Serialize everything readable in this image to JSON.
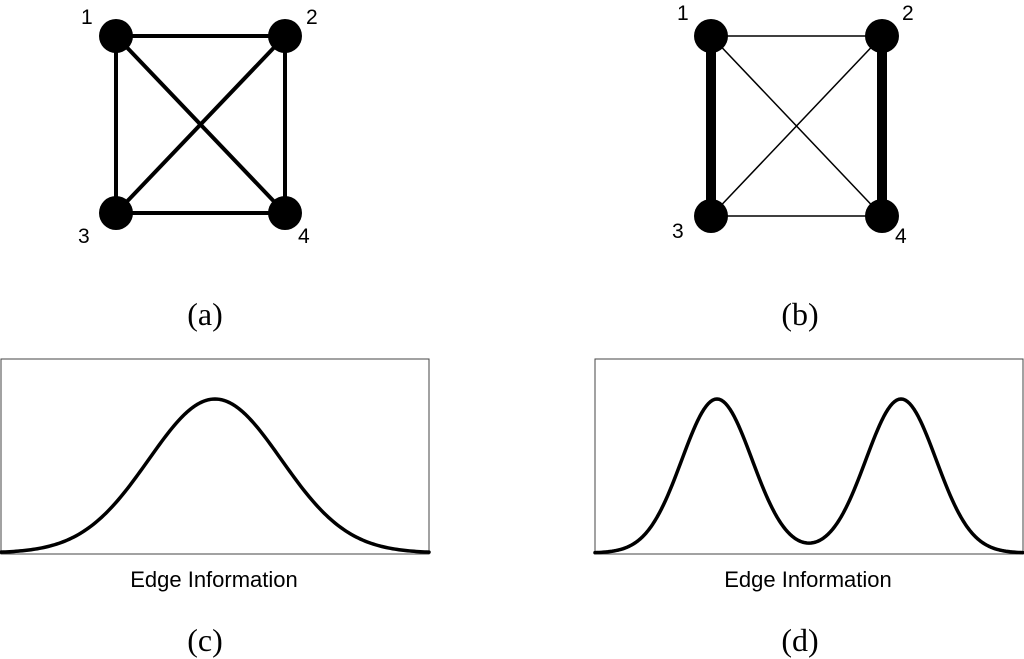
{
  "panels": {
    "a": {
      "label": "(a)",
      "graph": {
        "nodes": [
          {
            "id": "1",
            "label": "1"
          },
          {
            "id": "2",
            "label": "2"
          },
          {
            "id": "3",
            "label": "3"
          },
          {
            "id": "4",
            "label": "4"
          }
        ],
        "edges": [
          {
            "from": "1",
            "to": "2",
            "weight": "uniform"
          },
          {
            "from": "1",
            "to": "3",
            "weight": "uniform"
          },
          {
            "from": "1",
            "to": "4",
            "weight": "uniform"
          },
          {
            "from": "2",
            "to": "3",
            "weight": "uniform"
          },
          {
            "from": "2",
            "to": "4",
            "weight": "uniform"
          },
          {
            "from": "3",
            "to": "4",
            "weight": "uniform"
          }
        ]
      }
    },
    "b": {
      "label": "(b)",
      "graph": {
        "nodes": [
          {
            "id": "1",
            "label": "1"
          },
          {
            "id": "2",
            "label": "2"
          },
          {
            "id": "3",
            "label": "3"
          },
          {
            "id": "4",
            "label": "4"
          }
        ],
        "edges": [
          {
            "from": "1",
            "to": "2",
            "weight": "thin"
          },
          {
            "from": "1",
            "to": "3",
            "weight": "thick"
          },
          {
            "from": "1",
            "to": "4",
            "weight": "thin"
          },
          {
            "from": "2",
            "to": "3",
            "weight": "thin"
          },
          {
            "from": "2",
            "to": "4",
            "weight": "thick"
          },
          {
            "from": "3",
            "to": "4",
            "weight": "thin"
          }
        ]
      }
    },
    "c": {
      "label": "(c)",
      "xlabel": "Edge Information",
      "distribution": "unimodal"
    },
    "d": {
      "label": "(d)",
      "xlabel": "Edge Information",
      "distribution": "bimodal"
    }
  },
  "colors": {
    "ink": "#000000",
    "frame": "#444444",
    "background": "#ffffff"
  }
}
